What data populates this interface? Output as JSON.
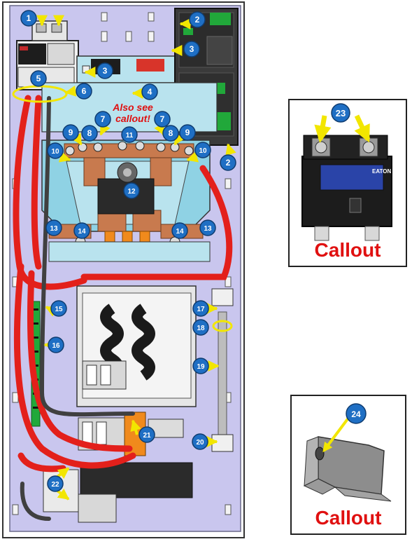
{
  "diagram": {
    "markers": [
      "1",
      "2",
      "2",
      "3",
      "3",
      "4",
      "5",
      "6",
      "7",
      "7",
      "8",
      "8",
      "9",
      "9",
      "10",
      "10",
      "11",
      "12",
      "13",
      "13",
      "14",
      "14",
      "15",
      "16",
      "17",
      "18",
      "19",
      "20",
      "21",
      "22"
    ],
    "note_lines": [
      "Also see",
      "callout!"
    ],
    "colors": {
      "panel_bg": "#c9c6ee",
      "cable_red": "#e3201b",
      "cable_dark": "#404040",
      "marker_blue": "#1f6fc4",
      "arrow_yellow": "#f2e600",
      "board_green": "#21a83a",
      "copper": "#c87a4e",
      "orange": "#f08a1c"
    }
  },
  "callouts": [
    {
      "marker": "23",
      "label": "Callout",
      "device_text": "EATON"
    },
    {
      "marker": "24",
      "label": "Callout"
    }
  ]
}
